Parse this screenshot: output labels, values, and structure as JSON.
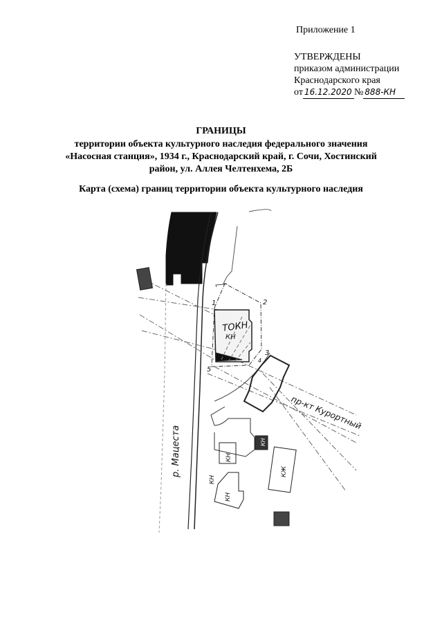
{
  "header": {
    "appendix": "Приложение 1",
    "approved": "УТВЕРЖДЕНЫ",
    "by_order": "приказом администрации",
    "region": "Краснодарского края",
    "date_prefix": "от",
    "date": "16.12.2020",
    "number_prefix": "№",
    "number": "888-КН"
  },
  "title": {
    "main": "ГРАНИЦЫ",
    "line1": "территории объекта культурного наследия федерального значения",
    "line2": "«Насосная станция», 1934 г., Краснодарский край, г. Сочи, Хостинский",
    "line3": "район, ул. Аллея Челтенхема, 2Б",
    "map_caption": "Карта (схема) границ территории объекта культурного наследия"
  },
  "map": {
    "object_label": "ТОКН",
    "object_sublabel": "КН",
    "points": [
      "1",
      "2",
      "3",
      "4",
      "5"
    ],
    "street": "пр-кт Курортный",
    "river": "р. Мацеста",
    "building_labels": [
      "КН",
      "КН",
      "КН",
      "КН",
      "КЖ"
    ]
  }
}
